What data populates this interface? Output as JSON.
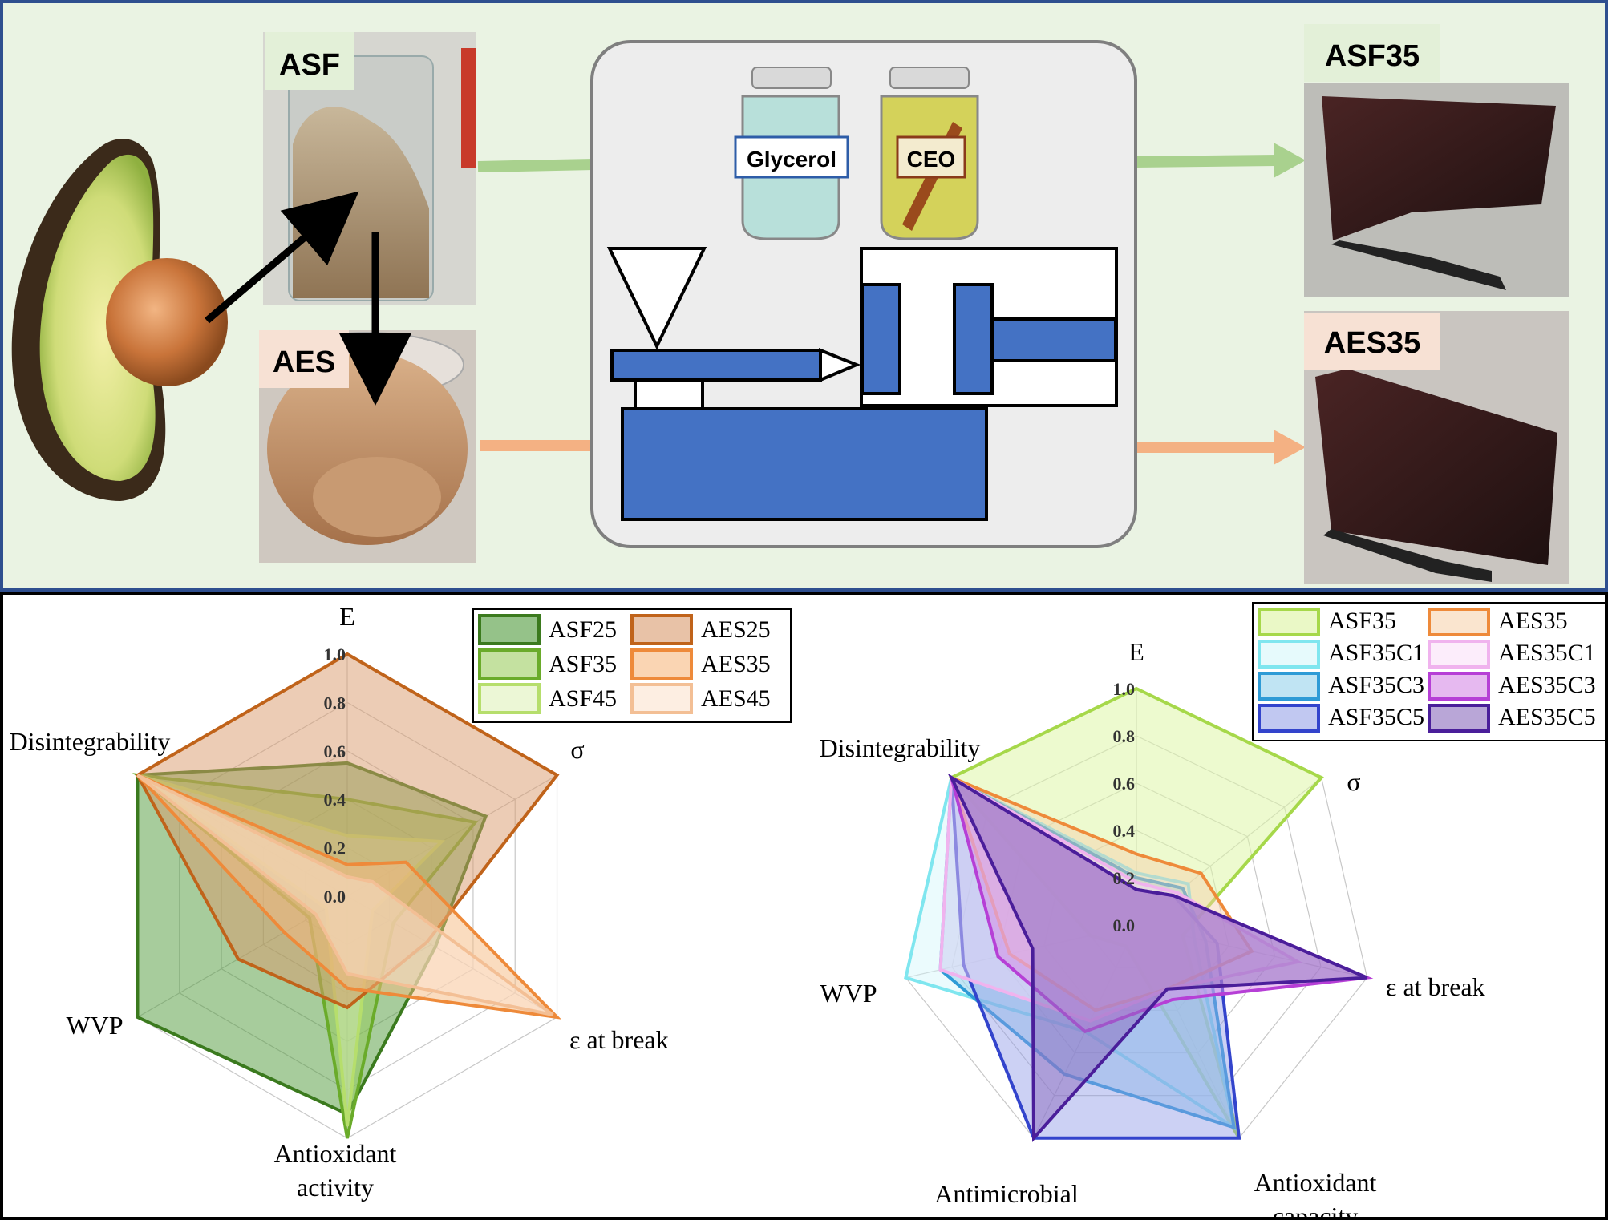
{
  "top_panel": {
    "raw_labels": {
      "asf": "ASF",
      "aes": "AES"
    },
    "jar_labels": {
      "glycerol": "Glycerol",
      "ceo": "CEO"
    },
    "product_labels": {
      "asf35": "ASF35",
      "aes35": "AES35"
    },
    "colors": {
      "background": "#eaf3e3",
      "border": "#2f4f8f",
      "asf_arrow": "#a9d18e",
      "aes_arrow": "#f4b183",
      "machine": "#4472c4"
    }
  },
  "chart_data": [
    {
      "type": "radar",
      "axes": [
        "E",
        "σ",
        "ε at break",
        "Antioxidant activity",
        "WVP",
        "Disintegrability"
      ],
      "ticks": [
        "0.0",
        "0.2",
        "0.4",
        "0.6",
        "0.8",
        "1.0"
      ],
      "range": [
        0,
        1
      ],
      "legend_position": "top-right",
      "series": [
        {
          "name": "ASF25",
          "stroke": "#3b7a1e",
          "fill": "#4f9a3a",
          "fill_opacity": 0.5,
          "values": [
            0.55,
            0.66,
            0.42,
            0.9,
            1.0,
            1.0
          ]
        },
        {
          "name": "ASF35",
          "stroke": "#6aab2a",
          "fill": "#93c952",
          "fill_opacity": 0.45,
          "values": [
            0.4,
            0.61,
            0.22,
            1.0,
            0.18,
            1.0
          ]
        },
        {
          "name": "ASF45",
          "stroke": "#b6de6c",
          "fill": "#dcf0b4",
          "fill_opacity": 0.45,
          "values": [
            0.25,
            0.45,
            0.12,
            0.95,
            0.1,
            1.0
          ]
        },
        {
          "name": "AES25",
          "stroke": "#c0631a",
          "fill": "#d99a6c",
          "fill_opacity": 0.5,
          "values": [
            1.0,
            1.0,
            0.38,
            0.46,
            0.52,
            1.0
          ]
        },
        {
          "name": "AES35",
          "stroke": "#ee8a3a",
          "fill": "#f6b980",
          "fill_opacity": 0.5,
          "values": [
            0.13,
            0.28,
            1.0,
            0.38,
            0.3,
            1.0
          ]
        },
        {
          "name": "AES45",
          "stroke": "#f3bf95",
          "fill": "#fbe2cf",
          "fill_opacity": 0.5,
          "values": [
            0.08,
            0.12,
            0.98,
            0.32,
            0.15,
            1.0
          ]
        }
      ]
    },
    {
      "type": "radar",
      "axes": [
        "E",
        "σ",
        "ε at break",
        "Antioxidant capacity",
        "Antimicrobial activity",
        "WVP",
        "Disintegrability"
      ],
      "ticks": [
        "0.0",
        "0.2",
        "0.4",
        "0.6",
        "0.8",
        "1.0"
      ],
      "range": [
        0,
        1
      ],
      "legend_position": "top-right",
      "series": [
        {
          "name": "ASF35",
          "stroke": "#a6d84a",
          "fill": "#dff5a8",
          "fill_opacity": 0.55,
          "values": [
            1.0,
            1.0,
            0.2,
            1.0,
            0.1,
            0.2,
            1.0
          ]
        },
        {
          "name": "ASF35C1",
          "stroke": "#7fe6ef",
          "fill": "#d2f6fa",
          "fill_opacity": 0.45,
          "values": [
            0.22,
            0.28,
            0.25,
            0.95,
            0.5,
            1.0,
            1.0
          ]
        },
        {
          "name": "ASF35C3",
          "stroke": "#2e9bd6",
          "fill": "#8ccde9",
          "fill_opacity": 0.45,
          "values": [
            0.2,
            0.25,
            0.3,
            0.95,
            0.7,
            0.85,
            1.0
          ]
        },
        {
          "name": "ASF35C5",
          "stroke": "#3344cc",
          "fill": "#8e9ae6",
          "fill_opacity": 0.45,
          "values": [
            0.15,
            0.2,
            0.35,
            1.0,
            1.0,
            0.75,
            1.0
          ]
        },
        {
          "name": "AES35",
          "stroke": "#ee8a3a",
          "fill": "#f6cfa8",
          "fill_opacity": 0.45,
          "values": [
            0.3,
            0.35,
            0.5,
            0.3,
            0.4,
            0.55,
            1.0
          ]
        },
        {
          "name": "AES35C1",
          "stroke": "#f0b3ee",
          "fill": "#f9def8",
          "fill_opacity": 0.45,
          "values": [
            0.18,
            0.22,
            0.7,
            0.3,
            0.45,
            0.85,
            1.0
          ]
        },
        {
          "name": "AES35C3",
          "stroke": "#b63fd6",
          "fill": "#d58ae6",
          "fill_opacity": 0.5,
          "values": [
            0.15,
            0.2,
            1.0,
            0.35,
            0.5,
            0.6,
            1.0
          ]
        },
        {
          "name": "AES35C5",
          "stroke": "#4a1e9a",
          "fill": "#8b6bbd",
          "fill_opacity": 0.5,
          "values": [
            0.15,
            0.2,
            1.0,
            0.3,
            1.0,
            0.45,
            1.0
          ]
        }
      ]
    }
  ]
}
